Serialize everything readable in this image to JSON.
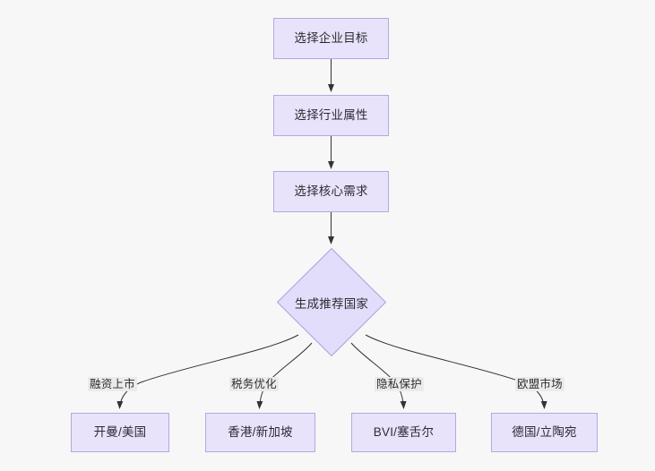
{
  "diagram": {
    "type": "flowchart",
    "direction": "top-to-bottom",
    "background_color": "#f7f7f7",
    "node_fill_color": "#e8e3fb",
    "node_border_color": "#b8a6e0",
    "node_text_color": "#2c2c33",
    "edge_color": "#333333",
    "edge_label_background": "#ebebeb"
  },
  "nodes": {
    "step1": {
      "label": "选择企业目标",
      "shape": "rectangle"
    },
    "step2": {
      "label": "选择行业属性",
      "shape": "rectangle"
    },
    "step3": {
      "label": "选择核心需求",
      "shape": "rectangle"
    },
    "decision": {
      "label": "生成推荐国家",
      "shape": "diamond"
    },
    "out1": {
      "label": "开曼/美国",
      "shape": "rectangle"
    },
    "out2": {
      "label": "香港/新加坡",
      "shape": "rectangle"
    },
    "out3": {
      "label": "BVI/塞舌尔",
      "shape": "rectangle"
    },
    "out4": {
      "label": "德国/立陶宛",
      "shape": "rectangle"
    }
  },
  "edge_labels": {
    "branch1": "融资上市",
    "branch2": "税务优化",
    "branch3": "隐私保护",
    "branch4": "欧盟市场"
  },
  "edges": [
    {
      "from": "step1",
      "to": "step2",
      "label": ""
    },
    {
      "from": "step2",
      "to": "step3",
      "label": ""
    },
    {
      "from": "step3",
      "to": "decision",
      "label": ""
    },
    {
      "from": "decision",
      "to": "out1",
      "label": "融资上市"
    },
    {
      "from": "decision",
      "to": "out2",
      "label": "税务优化"
    },
    {
      "from": "decision",
      "to": "out3",
      "label": "隐私保护"
    },
    {
      "from": "decision",
      "to": "out4",
      "label": "欧盟市场"
    }
  ]
}
